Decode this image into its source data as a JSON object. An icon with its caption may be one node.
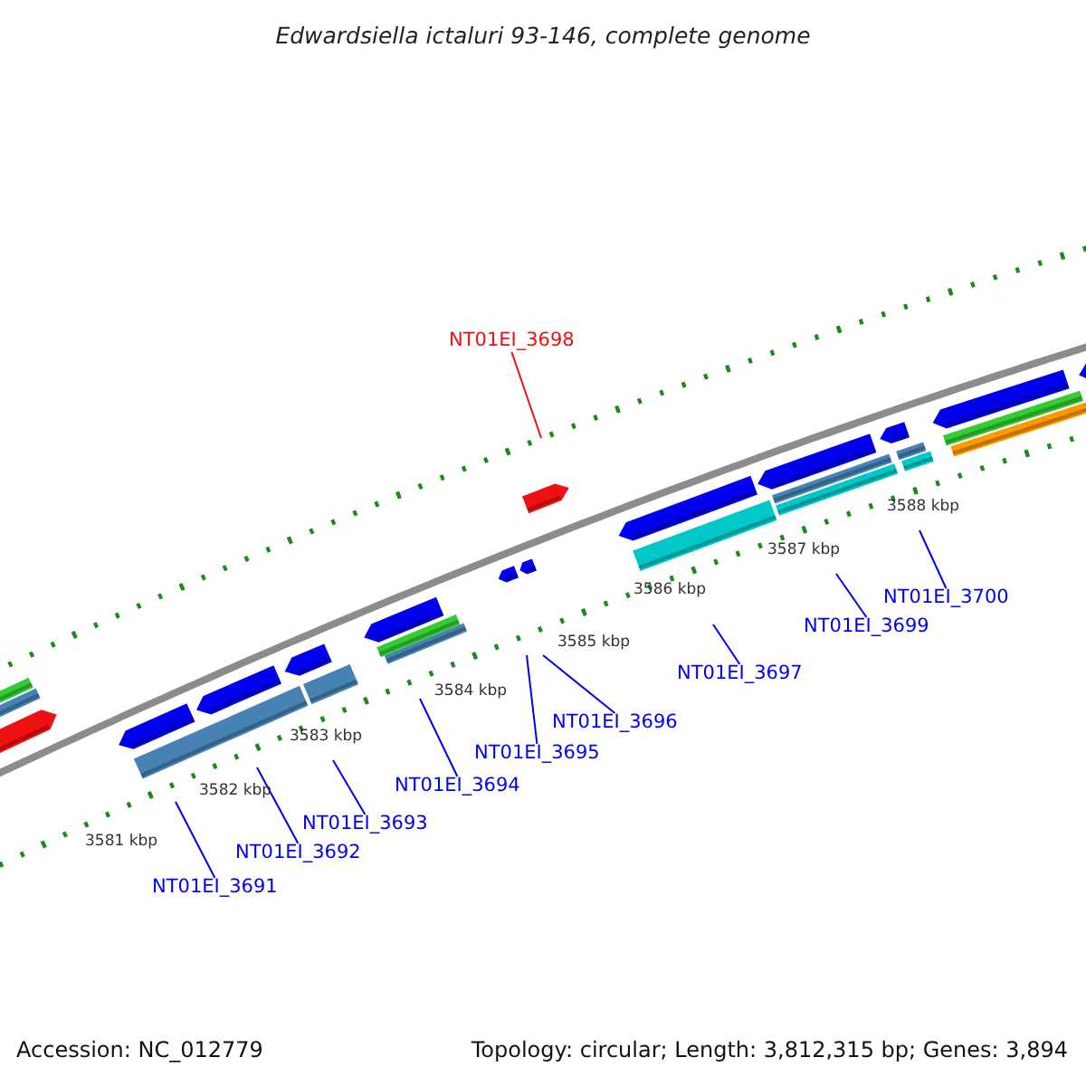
{
  "diagram": {
    "title": "Edwardsiella ictaluri 93-146, complete genome",
    "nodes": [
      {
        "text": [
          "NT01EI_3698"
        ]
      },
      {
        "text": [
          "NT01EI_3691"
        ]
      },
      {
        "text": [
          "NT01EI_3692"
        ]
      },
      {
        "text": [
          "NT01EI_3693"
        ]
      },
      {
        "text": [
          "NT01EI_3694"
        ]
      },
      {
        "text": [
          "NT01EI_3695"
        ]
      },
      {
        "text": [
          "NT01EI_3696"
        ]
      },
      {
        "text": [
          "NT01EI_3697"
        ]
      },
      {
        "text": [
          "NT01EI_3699"
        ]
      },
      {
        "text": [
          "NT01EI_3700"
        ]
      }
    ],
    "edges": [
      {
        "from": 0,
        "to": null,
        "arrow": "none",
        "color": "#ee1111"
      },
      {
        "from": 1,
        "to": null,
        "arrow": "none"
      },
      {
        "from": 2,
        "to": null,
        "arrow": "none"
      },
      {
        "from": 3,
        "to": null,
        "arrow": "none"
      },
      {
        "from": 4,
        "to": null,
        "arrow": "none"
      },
      {
        "from": 5,
        "to": null,
        "arrow": "none"
      },
      {
        "from": 6,
        "to": null,
        "arrow": "none"
      },
      {
        "from": 7,
        "to": null,
        "arrow": "none"
      },
      {
        "from": 8,
        "to": null,
        "arrow": "none"
      },
      {
        "from": 9,
        "to": null,
        "arrow": "none"
      }
    ],
    "labels": [
      "3588 kbp",
      "3587 kbp",
      "3586 kbp",
      "3585 kbp",
      "3584 kbp",
      "3583 kbp",
      "3582 kbp",
      "3581 kbp",
      "Accession: NC_012779",
      "Topology: circular; Length: 3,812,315 bp; Genes: 3,894"
    ]
  }
}
